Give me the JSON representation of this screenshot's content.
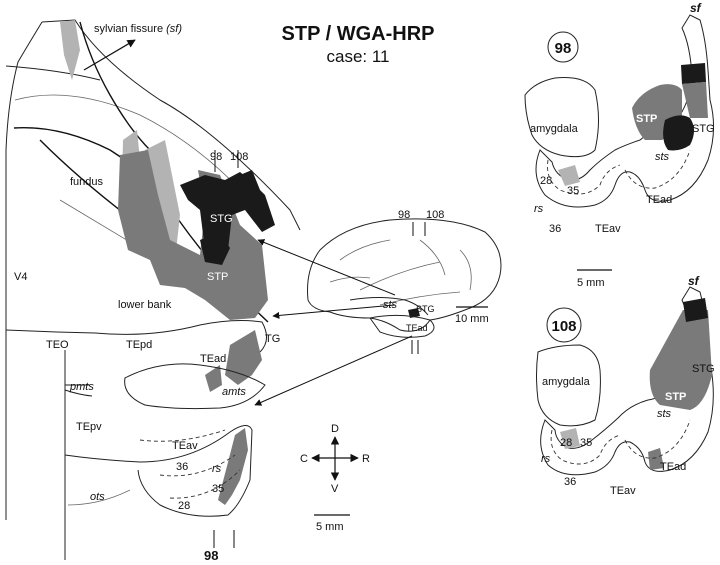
{
  "title": "STP / WGA-HRP",
  "subtitle": "case: 11",
  "main_map": {
    "sylvian_fissure_label": "sylvian fissure",
    "sylvian_fissure_abbr": "(sf)",
    "fundus": "fundus",
    "lower_bank": "lower bank",
    "v4": "V4",
    "teo": "TEO",
    "tepd": "TEpd",
    "pmts": "pmts",
    "tead": "TEad",
    "tg": "TG",
    "amts": "amts",
    "tepv": "TEpv",
    "teav": "TEav",
    "ots": "ots",
    "area_36": "36",
    "area_35": "35",
    "area_28": "28",
    "rs": "rs",
    "stg": "STG",
    "stp": "STP",
    "level_98": "98",
    "level_108": "108",
    "bottom_98": "98"
  },
  "brain": {
    "level_98": "98",
    "level_108": "108",
    "sts": "sts",
    "stg": "STG",
    "tead": "TEad",
    "scale": "10 mm"
  },
  "compass": {
    "d": "D",
    "v": "V",
    "c": "C",
    "r": "R"
  },
  "scale_bar_main": "5 mm",
  "section_98": {
    "number": "98",
    "sf": "sf",
    "amygdala": "amygdala",
    "stp": "STP",
    "stg": "STG",
    "sts": "sts",
    "area_28": "28",
    "area_35": "35",
    "rs": "rs",
    "area_36": "36",
    "teav": "TEav",
    "tead": "TEad",
    "scale": "5 mm"
  },
  "section_108": {
    "number": "108",
    "sf": "sf",
    "amygdala": "amygdala",
    "stp": "STP",
    "stg": "STG",
    "sts": "sts",
    "area_28": "28",
    "area_35": "35",
    "rs": "rs",
    "area_36": "36",
    "teav": "TEav",
    "tead": "TEad"
  },
  "colors": {
    "label_dark": "#1a1a1a",
    "label_medium": "#7a7a7a",
    "label_light": "#b3b3b3",
    "outline": "#222222"
  }
}
